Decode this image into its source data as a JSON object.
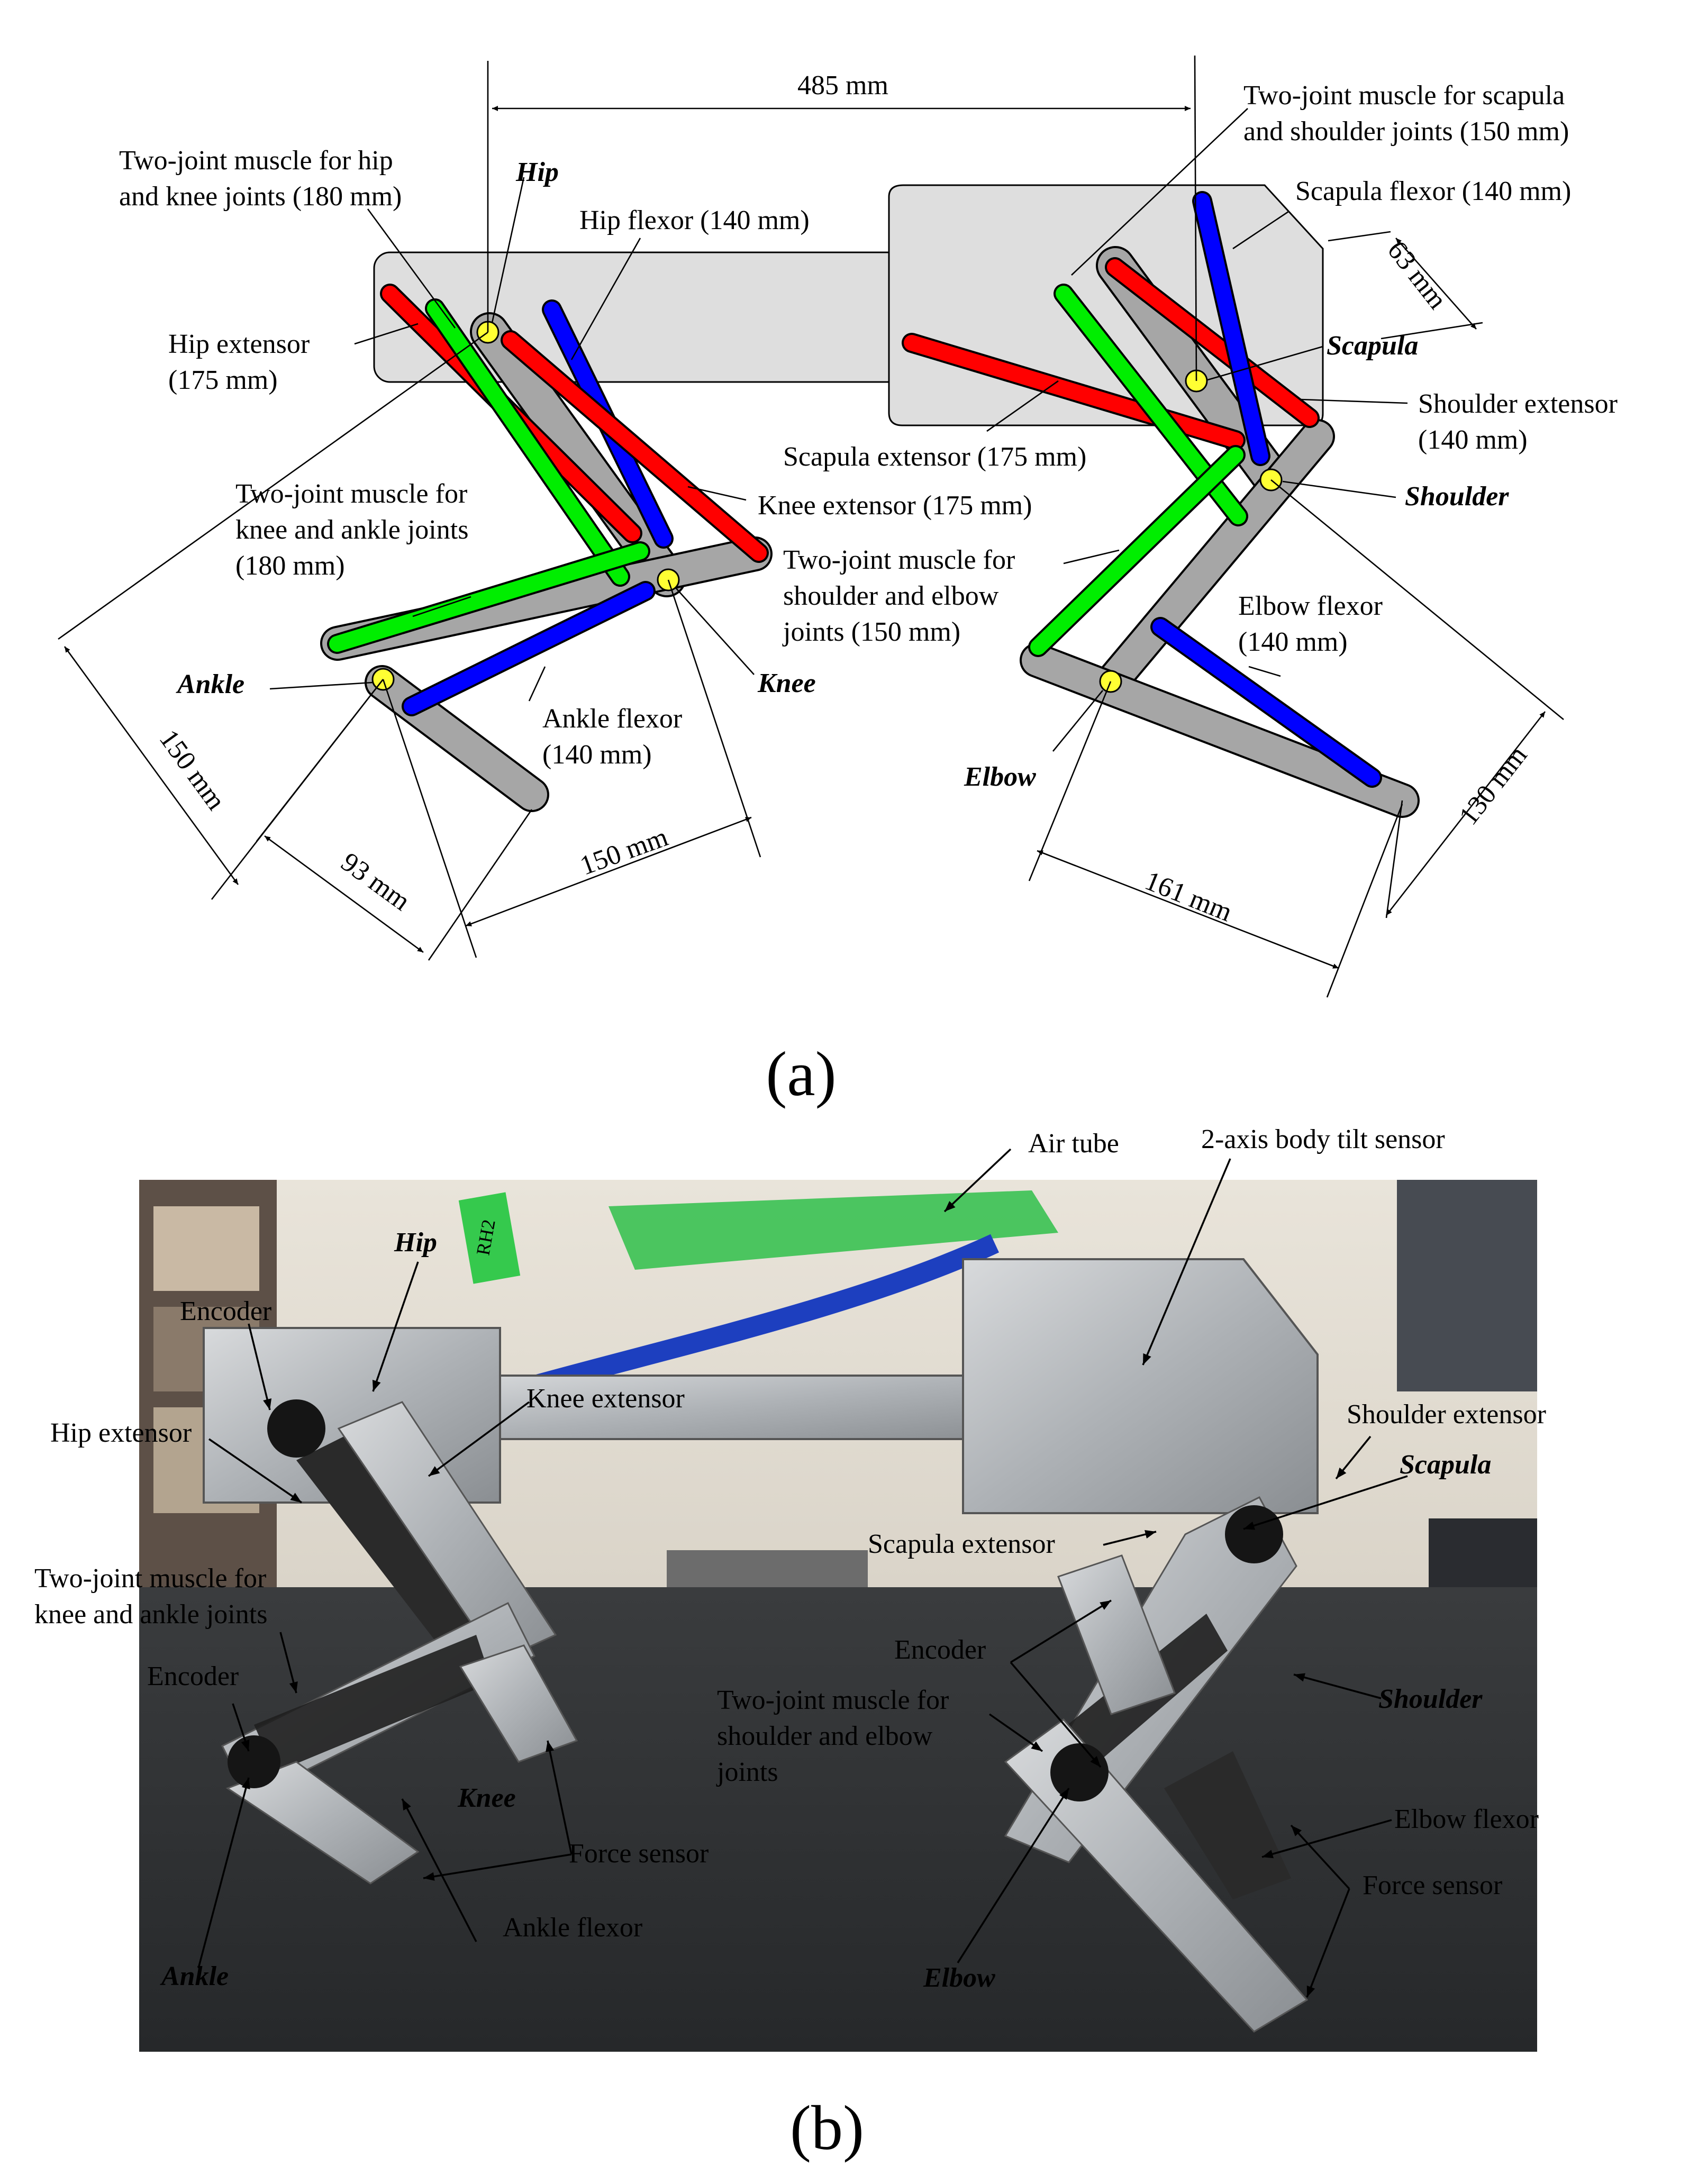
{
  "panel_a": {
    "caption": "(a)",
    "dimensions": {
      "d485": "485 mm",
      "d63": "63 mm",
      "d150_left": "150 mm",
      "d93": "93 mm",
      "d150_bottom": "150 mm",
      "d161": "161 mm",
      "d130": "130 mm"
    },
    "joints": {
      "hip": "Hip",
      "knee": "Knee",
      "ankle": "Ankle",
      "scapula": "Scapula",
      "shoulder": "Shoulder",
      "elbow": "Elbow"
    },
    "muscles": {
      "two_joint_hip_knee_1": "Two-joint muscle for hip",
      "two_joint_hip_knee_2": "and knee joints (180 mm)",
      "hip_flexor": "Hip flexor (140 mm)",
      "hip_extensor_1": "Hip extensor",
      "hip_extensor_2": "(175 mm)",
      "knee_extensor": "Knee extensor (175 mm)",
      "two_joint_knee_ankle_1": "Two-joint muscle for",
      "two_joint_knee_ankle_2": "knee and ankle joints",
      "two_joint_knee_ankle_3": "(180 mm)",
      "ankle_flexor_1": "Ankle flexor",
      "ankle_flexor_2": "(140 mm)",
      "two_joint_scap_sh_1": "Two-joint muscle for scapula",
      "two_joint_scap_sh_2": "and shoulder joints (150 mm)",
      "scapula_flexor": "Scapula flexor (140 mm)",
      "scapula_extensor": "Scapula extensor (175 mm)",
      "shoulder_extensor_1": "Shoulder extensor",
      "shoulder_extensor_2": "(140 mm)",
      "two_joint_sh_elb_1": "Two-joint muscle for",
      "two_joint_sh_elb_2": "shoulder and elbow",
      "two_joint_sh_elb_3": "joints (150 mm)",
      "elbow_flexor_1": "Elbow flexor",
      "elbow_flexor_2": "(140 mm)"
    },
    "colors": {
      "extensor": "#ff0000",
      "flexor": "#0000ff",
      "two_joint": "#00ee00",
      "joint_dot": "#ffff33",
      "bone": "#a6a6a6",
      "body": "#dedede"
    }
  },
  "panel_b": {
    "caption": "(b)",
    "labels": {
      "air_tube": "Air tube",
      "tilt_sensor": "2-axis body tilt sensor",
      "hip": "Hip",
      "encoder_top": "Encoder",
      "hip_extensor": "Hip extensor",
      "knee_extensor": "Knee extensor",
      "two_joint_knee_ankle_1": "Two-joint muscle for",
      "two_joint_knee_ankle_2": "knee and ankle joints",
      "encoder_ankle": "Encoder",
      "knee": "Knee",
      "force_sensor_hind": "Force sensor",
      "ankle_flexor": "Ankle flexor",
      "ankle": "Ankle",
      "shoulder_extensor": "Shoulder extensor",
      "scapula": "Scapula",
      "scapula_extensor": "Scapula extensor",
      "encoder_elbow": "Encoder",
      "shoulder": "Shoulder",
      "two_joint_sh_elb_1": "Two-joint muscle for",
      "two_joint_sh_elb_2": "shoulder and elbow",
      "two_joint_sh_elb_3": "joints",
      "elbow_flexor": "Elbow flexor",
      "force_sensor_fore": "Force sensor",
      "elbow": "Elbow",
      "tag_text": "RH2"
    }
  }
}
